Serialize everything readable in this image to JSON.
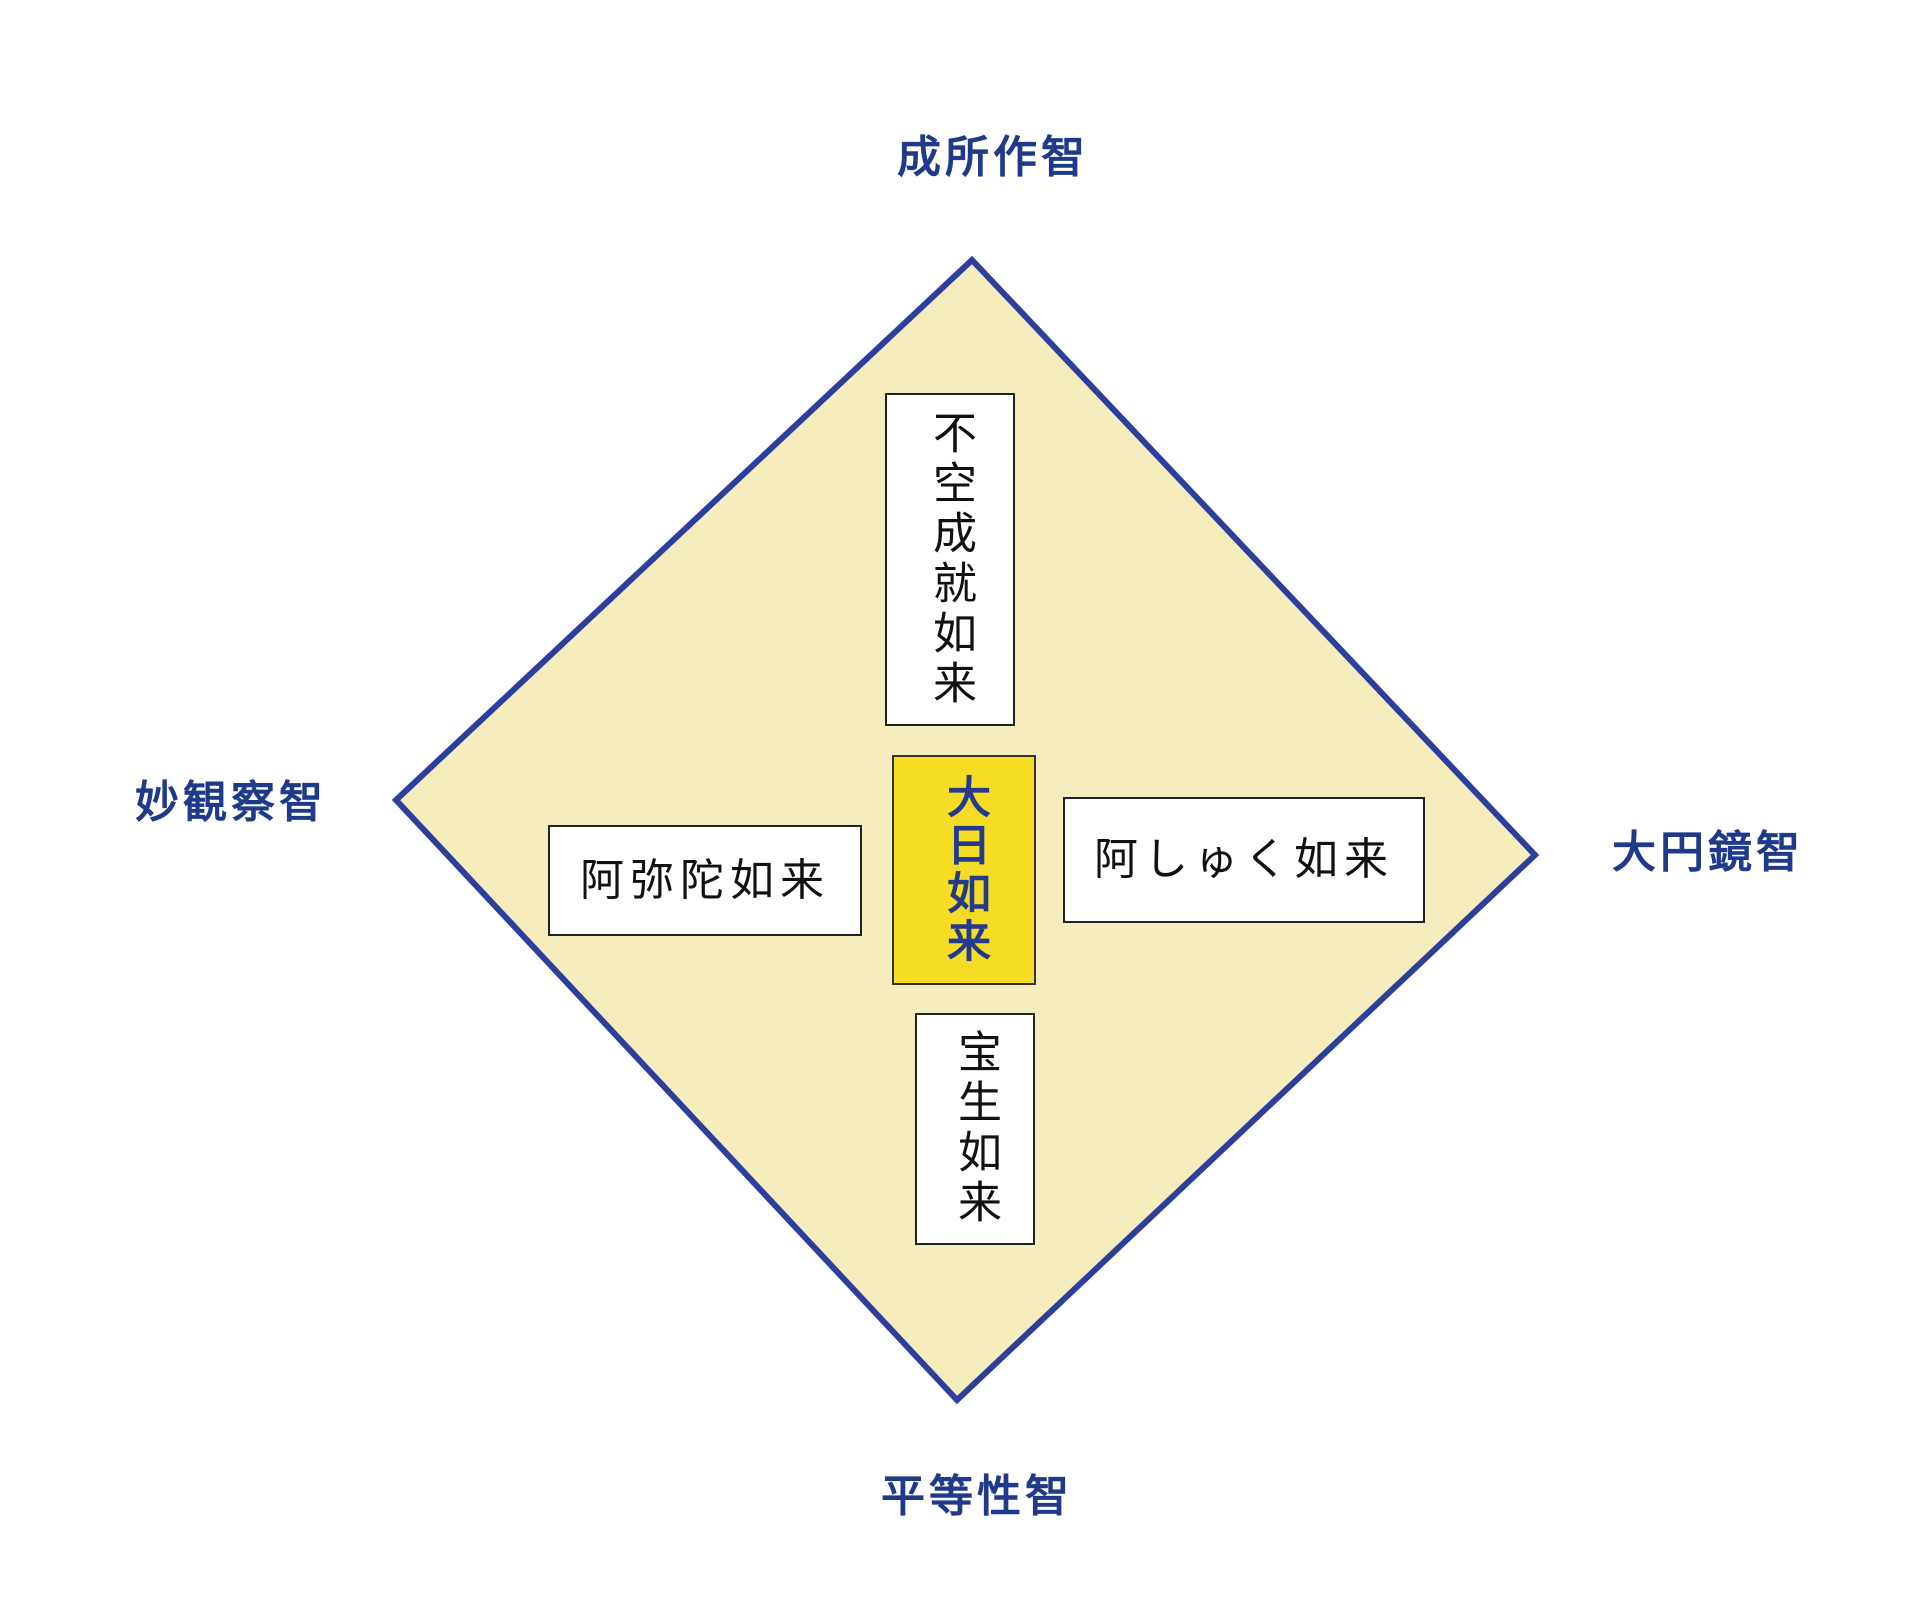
{
  "colors": {
    "diamond_fill": "#f6edbf",
    "diamond_stroke": "#2c3f9c",
    "label_text": "#1f3a8a",
    "center_fill": "#f7dc26",
    "center_text": "#243a8c",
    "box_fill": "#ffffff",
    "box_text": "#111111"
  },
  "diagram": {
    "type": "diamond-mandala",
    "wisdoms": {
      "top": "成所作智",
      "left": "妙観察智",
      "right": "大円鏡智",
      "bottom": "平等性智"
    },
    "buddhas": {
      "center": "大日如来",
      "top": "不空成就如来",
      "left": "阿弥陀如来",
      "right": "阿しゅく如来",
      "bottom": "宝生如来"
    }
  }
}
